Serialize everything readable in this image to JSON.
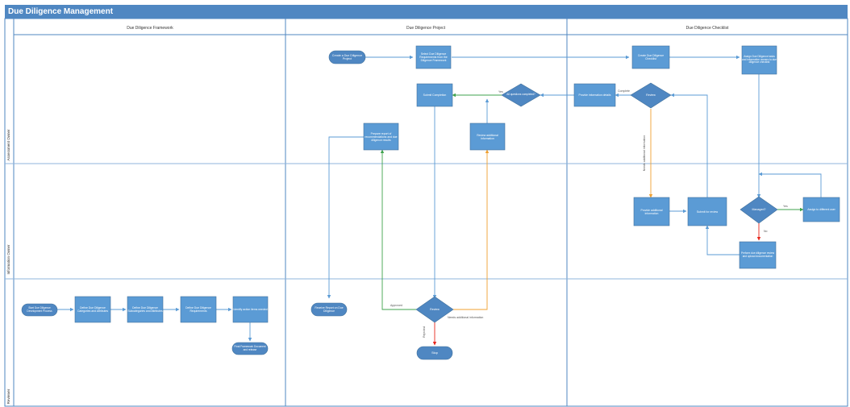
{
  "title": "Due Diligence Management",
  "columns": [
    "Due Diligence Framework",
    "Due Diligence Project",
    "Due Diligence Checklist"
  ],
  "lanes": [
    "Assessment Owner",
    "Information Owner",
    "Reviewer"
  ],
  "colors": {
    "header": "#4f87c2",
    "box": "#5b9bd5",
    "box_edge": "#41719c",
    "lane_line": "#8fb4dc",
    "flow_blue": "#5b9bd5",
    "flow_green": "#3fa34d",
    "flow_orange": "#f0a030",
    "flow_red": "#e8261c"
  },
  "nodes": [
    {
      "id": "create_project",
      "shape": "terminator",
      "label": "Create a Due Diligence Project"
    },
    {
      "id": "select_template",
      "shape": "process",
      "label": "Select Due Diligence Requirements from the Diligence Framework"
    },
    {
      "id": "create_checklist",
      "shape": "process",
      "label": "Create Due Diligence Checklist"
    },
    {
      "id": "assign_tasks",
      "shape": "process",
      "label": "Assign Due Diligence tasks and information owners to due diligence checklist"
    },
    {
      "id": "all_answered",
      "shape": "decision",
      "label": "All questions completed?"
    },
    {
      "id": "submit_completion",
      "shape": "process",
      "label": "Submit Completion"
    },
    {
      "id": "provide_info_owner",
      "shape": "process",
      "label": "Provide information details"
    },
    {
      "id": "review_checklist",
      "shape": "decision",
      "label": "Review"
    },
    {
      "id": "prepare_report",
      "shape": "process",
      "label": "Prepare report of recommendations and due diligence results"
    },
    {
      "id": "review_add_info",
      "shape": "process",
      "label": "Review additional information"
    },
    {
      "id": "provide_additional",
      "shape": "process",
      "label": "Provide additional information"
    },
    {
      "id": "submit_for_review",
      "shape": "process",
      "label": "Submit for review"
    },
    {
      "id": "managed",
      "shape": "decision",
      "label": "Managed?"
    },
    {
      "id": "assign_task_lead",
      "shape": "process",
      "label": "Assign to different user"
    },
    {
      "id": "perform_due_diligence",
      "shape": "process",
      "label": "Perform due diligence review and upload documentation"
    },
    {
      "id": "start_dev",
      "shape": "terminator",
      "label": "Start Due Diligence Development Process"
    },
    {
      "id": "define_categories",
      "shape": "process",
      "label": "Define Due Diligence Categories and Attributes"
    },
    {
      "id": "define_subcategories",
      "shape": "process",
      "label": "Define Due Diligence Subcategories and Attributes"
    },
    {
      "id": "define_requirements",
      "shape": "process",
      "label": "Define Due Diligence Requirements"
    },
    {
      "id": "identify_actions",
      "shape": "process",
      "label": "Identify action items needed"
    },
    {
      "id": "final_framework",
      "shape": "terminator",
      "label": "Final Framework Document and release"
    },
    {
      "id": "receive_report",
      "shape": "terminator",
      "label": "Receive Report on Due Diligence"
    },
    {
      "id": "review_project",
      "shape": "decision",
      "label": "Review"
    },
    {
      "id": "stop",
      "shape": "terminator",
      "label": "Stop"
    }
  ],
  "edge_labels": {
    "yes": "Yes",
    "completed": "Complete",
    "needs_additional": "Needs additional information",
    "approved": "Approved",
    "rejected": "Rejected",
    "needs_more_info": "Needs additional information",
    "no": "No"
  }
}
